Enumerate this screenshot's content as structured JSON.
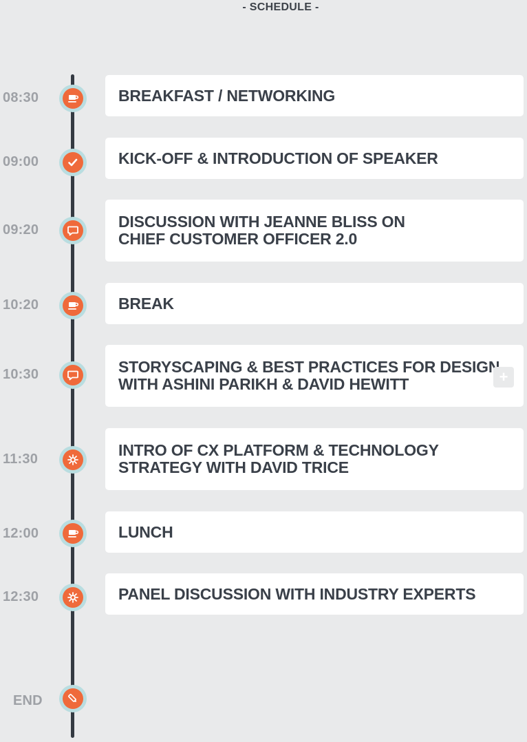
{
  "header": {
    "title": "- SCHEDULE -"
  },
  "colors": {
    "accent": "#ef6a3b",
    "ring": "#b9dde0",
    "line": "#343a42",
    "card": "#ffffff",
    "background": "#e9eaeb"
  },
  "schedule": [
    {
      "time": "08:30",
      "icon": "coffee-icon",
      "title_lines": [
        "BREAKFAST / NETWORKING"
      ]
    },
    {
      "time": "09:00",
      "icon": "check-icon",
      "title_lines": [
        "KICK-OFF & INTRODUCTION OF SPEAKER"
      ]
    },
    {
      "time": "09:20",
      "icon": "chat-icon",
      "title_lines": [
        "DISCUSSION WITH JEANNE BLISS ON",
        "CHIEF CUSTOMER OFFICER 2.0"
      ]
    },
    {
      "time": "10:20",
      "icon": "coffee-icon",
      "title_lines": [
        "BREAK"
      ]
    },
    {
      "time": "10:30",
      "icon": "chat-icon",
      "title_lines": [
        "STORYSCAPING & BEST PRACTICES FOR DESIGN",
        "WITH ASHINI PARIKH & DAVID HEWITT"
      ],
      "expand_label": "+"
    },
    {
      "time": "11:30",
      "icon": "gear-icon",
      "title_lines": [
        "INTRO OF CX PLATFORM & TECHNOLOGY",
        "STRATEGY WITH DAVID TRICE"
      ]
    },
    {
      "time": "12:00",
      "icon": "coffee-icon",
      "title_lines": [
        "LUNCH"
      ]
    },
    {
      "time": "12:30",
      "icon": "gear-icon",
      "title_lines": [
        "PANEL DISCUSSION WITH INDUSTRY EXPERTS"
      ]
    }
  ],
  "end": {
    "label": "END",
    "icon": "pencil-icon"
  }
}
